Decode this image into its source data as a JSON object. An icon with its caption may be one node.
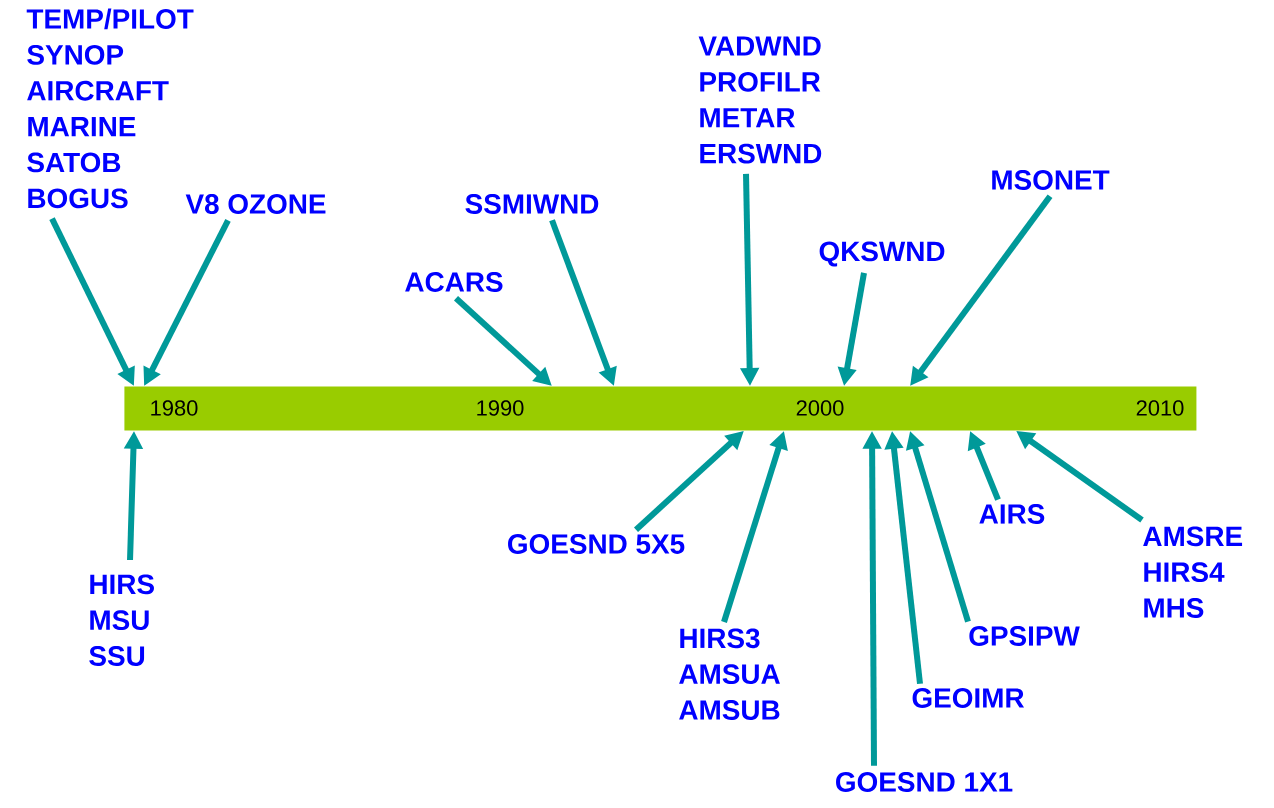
{
  "diagram": {
    "nodes": [
      {
        "text": [
          "1980",
          "1990",
          "2000",
          "2010"
        ]
      },
      {
        "text": [
          "TEMP/PILOT",
          "SYNOP",
          "AIRCRAFT",
          "MARINE",
          "SATOB",
          "BOGUS"
        ]
      },
      {
        "text": [
          "V8 OZONE"
        ]
      },
      {
        "text": [
          "ACARS"
        ]
      },
      {
        "text": [
          "SSMIWND"
        ]
      },
      {
        "text": [
          "VADWND",
          "PROFILR",
          "METAR",
          "ERSWND"
        ]
      },
      {
        "text": [
          "QKSWND"
        ]
      },
      {
        "text": [
          "MSONET"
        ]
      },
      {
        "text": [
          "HIRS",
          "MSU",
          "SSU"
        ]
      },
      {
        "text": [
          "GOESND 5X5"
        ]
      },
      {
        "text": [
          "HIRS3",
          "AMSUA",
          "AMSUB"
        ]
      },
      {
        "text": [
          "GOESND 1X1"
        ]
      },
      {
        "text": [
          "GEOIMR"
        ]
      },
      {
        "text": [
          "GPSIPW"
        ]
      },
      {
        "text": [
          "AIRS"
        ]
      },
      {
        "text": [
          "AMSRE",
          "HIRS4",
          "MHS"
        ]
      }
    ],
    "edges": [
      {
        "from": 1,
        "to": 0,
        "arrow": "to"
      },
      {
        "from": 2,
        "to": 0,
        "arrow": "to"
      },
      {
        "from": 3,
        "to": 0,
        "arrow": "to"
      },
      {
        "from": 4,
        "to": 0,
        "arrow": "to"
      },
      {
        "from": 5,
        "to": 0,
        "arrow": "to"
      },
      {
        "from": 6,
        "to": 0,
        "arrow": "to"
      },
      {
        "from": 7,
        "to": 0,
        "arrow": "to"
      },
      {
        "from": 8,
        "to": 0,
        "arrow": "to"
      },
      {
        "from": 9,
        "to": 0,
        "arrow": "to"
      },
      {
        "from": 10,
        "to": 0,
        "arrow": "to"
      },
      {
        "from": 11,
        "to": 0,
        "arrow": "to"
      },
      {
        "from": 12,
        "to": 0,
        "arrow": "to"
      },
      {
        "from": 13,
        "to": 0,
        "arrow": "to"
      },
      {
        "from": 14,
        "to": 0,
        "arrow": "to"
      },
      {
        "from": 15,
        "to": 0,
        "arrow": "to"
      }
    ]
  }
}
